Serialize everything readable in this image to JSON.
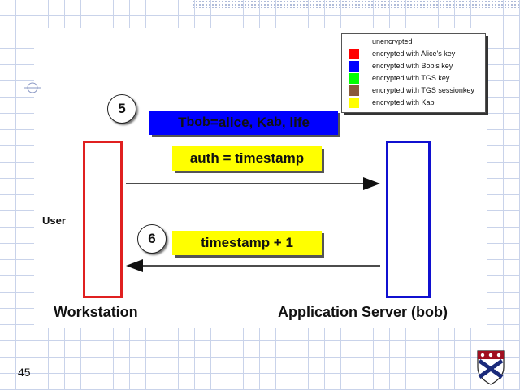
{
  "legend": [
    {
      "label": "unencrypted",
      "color": "#ffffff"
    },
    {
      "label": "encrypted with Alice's key",
      "color": "#ff0000"
    },
    {
      "label": "encrypted with Bob's key",
      "color": "#0000ff"
    },
    {
      "label": "encrypted with TGS key",
      "color": "#00ff00"
    },
    {
      "label": "encrypted with TGS sessionkey",
      "color": "#8b5a3c"
    },
    {
      "label": "encrypted with Kab",
      "color": "#ffff00"
    }
  ],
  "steps": {
    "step5": "5",
    "step6": "6"
  },
  "ticket": {
    "t": "T",
    "t_sub": "bob",
    "mid": "=alice, K",
    "k_sub": "ab",
    "rest": ", life"
  },
  "messages": {
    "auth": "auth = timestamp",
    "reply": "timestamp + 1"
  },
  "labels": {
    "user": "User",
    "workstation": "Workstation",
    "server": "Application Server (bob)"
  },
  "slide_number": "45",
  "colors": {
    "workstation": "#e02020",
    "server": "#1010d0",
    "bob_key": "#0000ff",
    "kab": "#ffff00"
  }
}
